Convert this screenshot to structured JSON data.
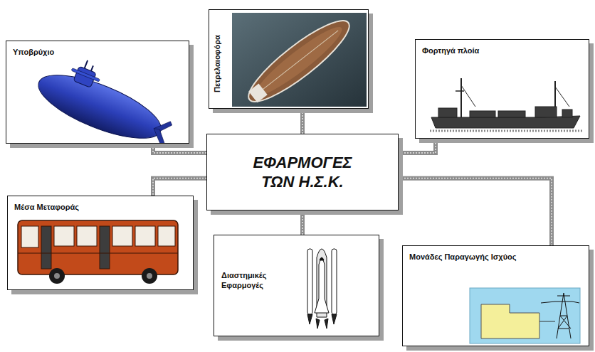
{
  "diagram": {
    "nodes": [
      {
        "text": [
          "Υποβρύχιο"
        ]
      },
      {
        "text": [
          "Πετρελαιοφόρα"
        ]
      },
      {
        "text": [
          "Φορτηγά πλοία"
        ]
      },
      {
        "text": [
          "ΕΦΑΡΜΟΓΕΣ ΤΩΝ Η.Σ.Κ."
        ]
      },
      {
        "text": [
          "Μέσα Μεταφοράς"
        ]
      },
      {
        "text": [
          "Διαστημικές Εφαρμογές"
        ]
      },
      {
        "text": [
          "Μονάδες Παραγωγής Ισχύος"
        ]
      }
    ],
    "edges": [
      {
        "from": 3,
        "to": 0,
        "arrow": "none"
      },
      {
        "from": 3,
        "to": 1,
        "arrow": "none"
      },
      {
        "from": 3,
        "to": 2,
        "arrow": "none"
      },
      {
        "from": 3,
        "to": 4,
        "arrow": "none"
      },
      {
        "from": 3,
        "to": 5,
        "arrow": "none"
      },
      {
        "from": 3,
        "to": 6,
        "arrow": "none"
      }
    ]
  }
}
